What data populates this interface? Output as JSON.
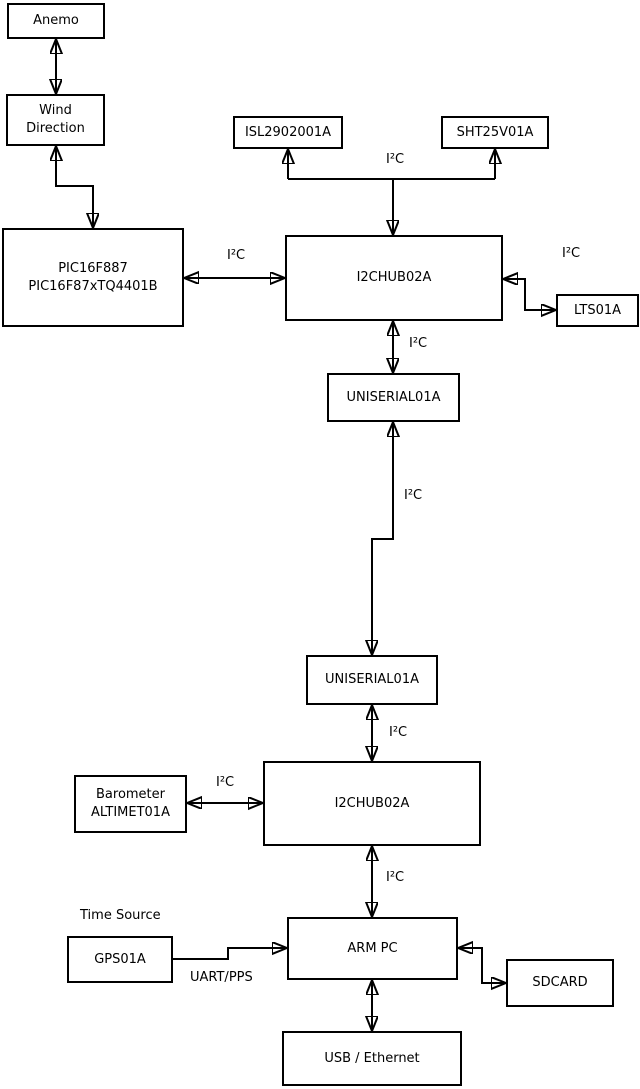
{
  "diagram": {
    "boxes": {
      "anemo": {
        "label": "Anemo"
      },
      "wind": {
        "label": "Wind\nDirection"
      },
      "pic": {
        "label": "PIC16F887\nPIC16F87xTQ4401B"
      },
      "isl": {
        "label": "ISL2902001A"
      },
      "sht": {
        "label": "SHT25V01A"
      },
      "hub1": {
        "label": "I2CHUB02A"
      },
      "lts": {
        "label": "LTS01A"
      },
      "uniserial1": {
        "label": "UNISERIAL01A"
      },
      "uniserial2": {
        "label": "UNISERIAL01A"
      },
      "hub2": {
        "label": "I2CHUB02A"
      },
      "barometer": {
        "label": "Barometer\nALTIMET01A"
      },
      "gps": {
        "label": "GPS01A"
      },
      "arm_pc": {
        "label": "ARM PC"
      },
      "sdcard": {
        "label": "SDCARD"
      },
      "usb_ethernet": {
        "label": "USB / Ethernet"
      }
    },
    "labels": {
      "i2c_top_bus": "I²C",
      "i2c_pic_hub1": "I²C",
      "i2c_hub1_lts": "I²C",
      "i2c_hub1_uniserial": "I²C",
      "i2c_uniserial_link": "I²C",
      "i2c_uniserial_hub2": "I²C",
      "i2c_barometer_hub2": "I²C",
      "i2c_hub2_armpc": "I²C",
      "time_source": "Time Source",
      "uart_pps": "UART/PPS"
    },
    "colors": {
      "ink": "#000000",
      "background": "#ffffff"
    }
  }
}
